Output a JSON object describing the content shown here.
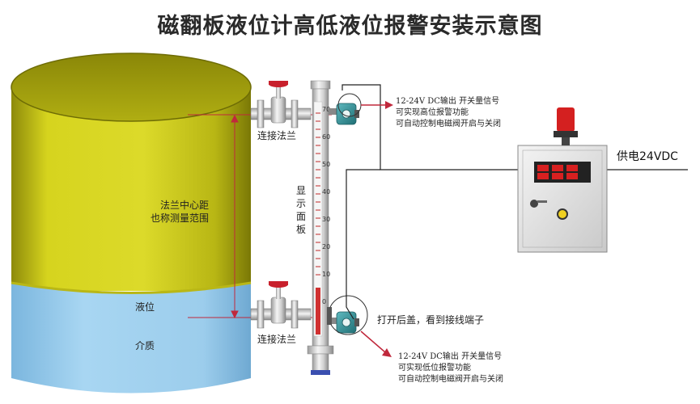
{
  "title": "磁翻板液位计高低液位报警安装示意图",
  "labels": {
    "flange_top": "连接法兰",
    "flange_bottom": "连接法兰",
    "center_distance_line1": "法兰中心距",
    "center_distance_line2": "也称测量范围",
    "display_panel_chars": [
      "显",
      "示",
      "面",
      "板"
    ],
    "liquid_level": "液位",
    "medium": "介质",
    "power_supply": "供电24VDC",
    "open_cover": "打开后盖，看到接线端子"
  },
  "high_alarm": {
    "line1": "12-24V DC输出 开关量信号",
    "line2": "可实现高位报警功能",
    "line3": "可自动控制电磁阀开启与关闭"
  },
  "low_alarm": {
    "line1": "12-24V DC输出 开关量信号",
    "line2": "可实现低位报警功能",
    "line3": "可自动控制电磁阀开启与关闭"
  },
  "scale_ticks": [
    "70",
    "60",
    "50",
    "40",
    "30",
    "20",
    "10",
    "0"
  ],
  "colors": {
    "tank_yellow": "#d4d21c",
    "tank_liquid": "#9fd0ef",
    "measure_line": "#c0283c",
    "valve_red": "#c8202c",
    "switch_teal": "#2f8f95",
    "alarm_box": "#e6e6e6",
    "alarm_lamp": "#d42020"
  },
  "icons": {
    "valve": "valve-handwheel-icon",
    "level_switch": "level-switch-icon",
    "alarm_lamp": "alarm-lamp-icon",
    "control_box": "control-box-icon"
  }
}
